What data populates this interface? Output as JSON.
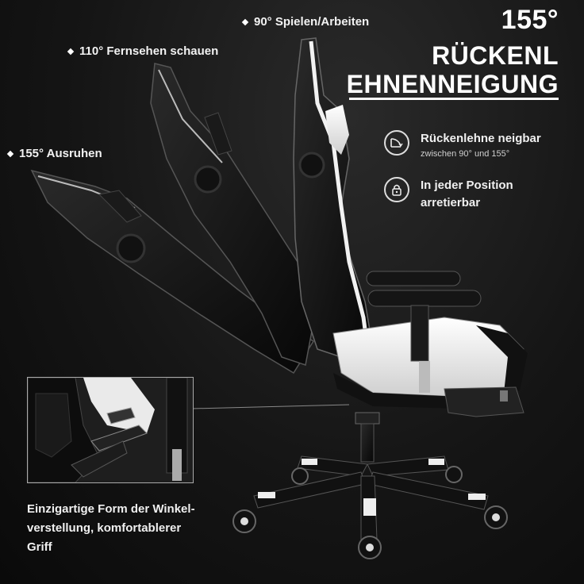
{
  "headline": {
    "angle": "155°",
    "line1": "RÜCKENL",
    "line2": "EHNENNEIGUNG"
  },
  "positions": [
    {
      "label": "90° Spielen/Arbeiten"
    },
    {
      "label": "110° Fernsehen schauen"
    },
    {
      "label": "155° Ausruhen"
    }
  ],
  "features": [
    {
      "icon": "recline-icon",
      "title": "Rückenlehne neigbar",
      "subtitle": "zwischen 90° und 155°"
    },
    {
      "icon": "lock-icon",
      "title": "In jeder Position",
      "subtitle": "arretierbar"
    }
  ],
  "caption": {
    "line1": "Einzigartige Form der Winkel-",
    "line2": "verstellung, komfortablerer",
    "line3": "Griff"
  },
  "colors": {
    "background": "#151515",
    "chair_black": "#0e0e0e",
    "chair_white": "#f2f2f2",
    "accent": "#ffffff"
  }
}
